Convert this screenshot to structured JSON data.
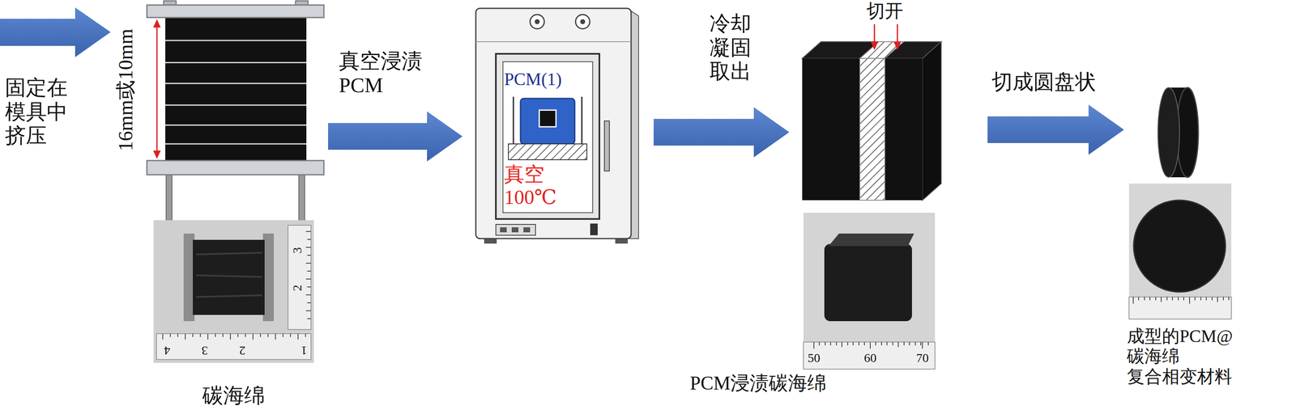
{
  "diagram": {
    "nodes": [
      {
        "text": [
          "16mm或10mm",
          "碳海绵"
        ]
      },
      {
        "text": [
          "PCM(1)",
          "真空 100℃"
        ]
      },
      {
        "text": [
          "切开"
        ]
      },
      {
        "text": [
          "成型的PCM@碳海绵 复合相变材料"
        ]
      }
    ],
    "edges": [
      {
        "from": 0,
        "to": 1,
        "arrow": "to",
        "label": "真空浸渍 PCM"
      },
      {
        "from": 1,
        "to": 2,
        "arrow": "to",
        "label": "冷却 凝固 取出"
      },
      {
        "from": 2,
        "to": 3,
        "arrow": "to",
        "label": "切成圆盘状"
      }
    ],
    "labels": [
      "固定在 模具中 挤压",
      "3",
      "2",
      "4",
      "3",
      "2",
      "1",
      "PCM浸渍碳海绵",
      "50",
      "60",
      "70"
    ]
  }
}
